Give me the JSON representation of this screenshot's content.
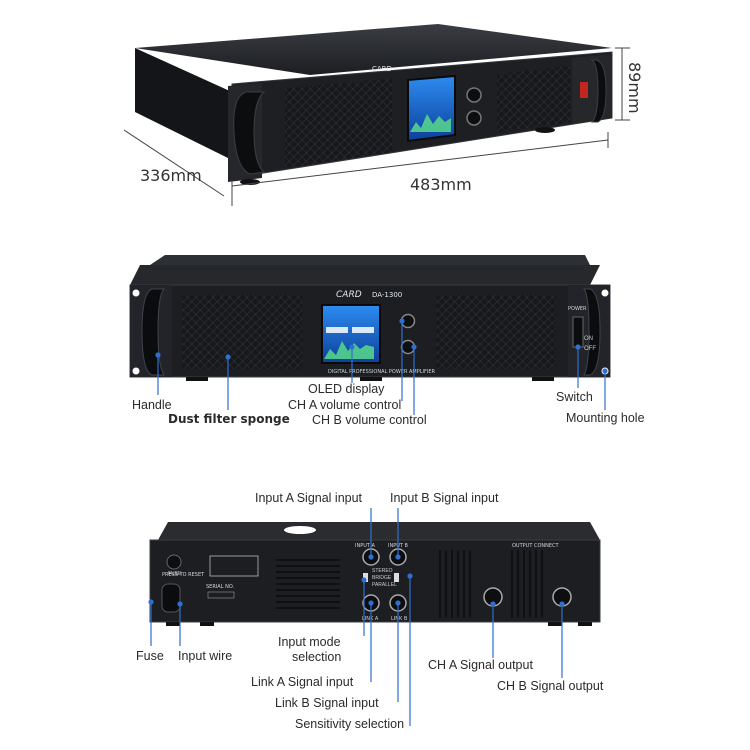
{
  "dimensions": {
    "height": "89mm",
    "depth": "336mm",
    "width": "483mm"
  },
  "front_panel": {
    "brand": "CARD",
    "model": "DA-1300",
    "tagline": "DIGITAL PROFESSIONAL POWER AMPLIFIER",
    "power_label": "POWER",
    "switch_on": "ON",
    "switch_off": "OFF"
  },
  "front_callouts": {
    "handle": "Handle",
    "dust_filter": "Dust filter sponge",
    "oled": "OLED display",
    "ch_a_volume": "CH A volume control",
    "ch_b_volume": "CH B volume control",
    "switch": "Switch",
    "mounting_hole": "Mounting hole"
  },
  "rear_panel": {
    "input_a": "INPUT A",
    "input_b": "INPUT B",
    "link_a": "LINK A",
    "link_b": "LINK B",
    "output_connect": "OUTPUT CONNECT",
    "stereo": "STEREO",
    "bridge": "BRIDGE",
    "parallel": "PARALLEL",
    "fuse": "FUSE",
    "press_to_reset": "PRESS TO RESET",
    "serial_no": "SERIAL NO."
  },
  "rear_callouts": {
    "input_a_signal": "Input A Signal input",
    "input_b_signal": "Input B Signal input",
    "fuse": "Fuse",
    "input_wire": "Input wire",
    "input_mode": "Input mode",
    "selection": "selection",
    "link_a_signal": "Link A Signal input",
    "link_b_signal": "Link B Signal input",
    "sensitivity": "Sensitivity selection",
    "ch_a_output": "CH A Signal output",
    "ch_b_output": "CH B Signal output"
  },
  "colors": {
    "chassis": "#1b1d21",
    "callout_line": "#2f6fd0",
    "screen": "#1e6fd8"
  }
}
